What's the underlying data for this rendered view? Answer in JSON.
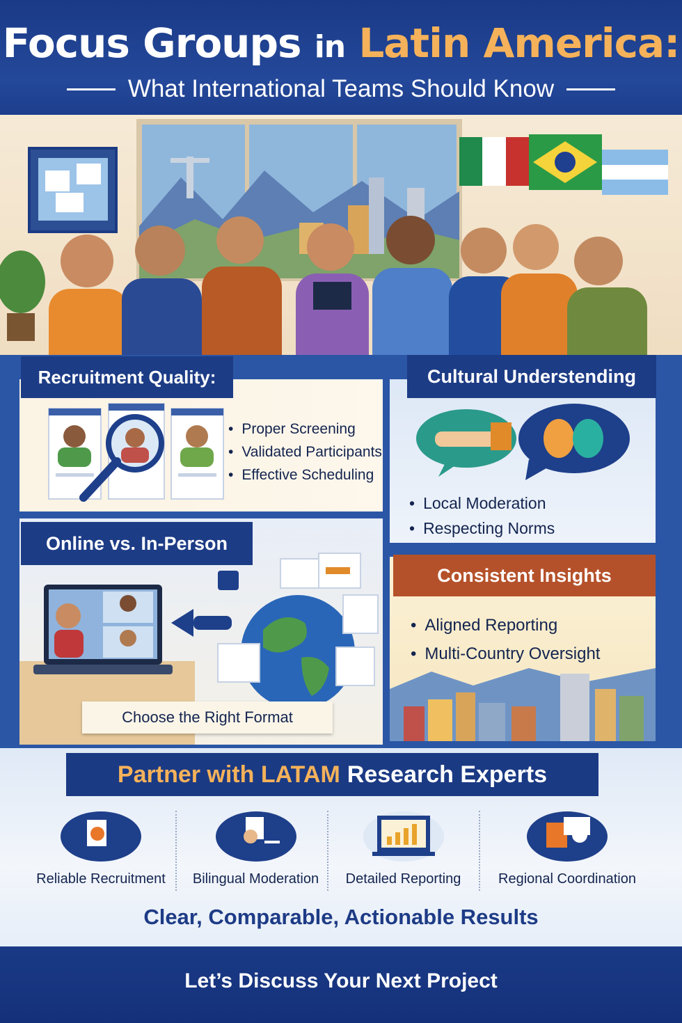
{
  "header": {
    "title_part1": "Focus Groups",
    "title_part2": "in",
    "title_part3": "Latin America:",
    "subtitle": "What International Teams Should Know"
  },
  "sections": {
    "recruitment": {
      "title": "Recruitment Quality:",
      "bullets": [
        "Proper Screening",
        "Validated Participants",
        "Effective Scheduling"
      ]
    },
    "cultural": {
      "title": "Cultural Understending",
      "bullets": [
        "Local Moderation",
        "Respecting Norms"
      ]
    },
    "online": {
      "title": "Online vs. In-Person",
      "caption": "Choose the Right Format"
    },
    "insights": {
      "title": "Consistent Insights",
      "bullets": [
        "Aligned Reporting",
        "Multi-Country Oversight"
      ]
    }
  },
  "partner": {
    "title_accent": "Partner with LATAM",
    "title_rest": "Research Experts",
    "features": [
      {
        "label": "Reliable Recruitment",
        "icon": "recruitment-icon"
      },
      {
        "label": "Bilingual Moderation",
        "icon": "moderation-icon"
      },
      {
        "label": "Detailed Reporting",
        "icon": "reporting-icon"
      },
      {
        "label": "Regional Coordination",
        "icon": "coordination-icon"
      }
    ],
    "results": "Clear, Comparable, Actionable Results"
  },
  "footer": {
    "cta": "Let’s Discuss Your Next Project"
  },
  "colors": {
    "navy": "#1d3c86",
    "accent_orange": "#f5b25a",
    "tag_brown": "#b5512a"
  }
}
